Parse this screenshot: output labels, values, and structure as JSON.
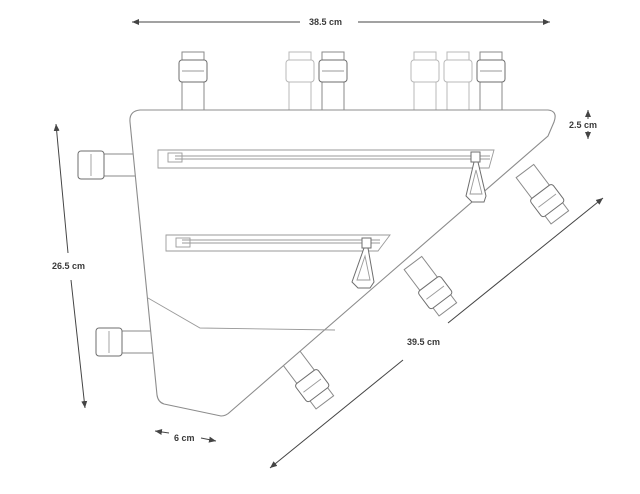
{
  "dimensions": {
    "top_width": "38.5 cm",
    "height": "26.5 cm",
    "diagonal": "39.5 cm",
    "depth": "2.5 cm",
    "bottom_width": "6 cm"
  },
  "colors": {
    "outline": "#8c8c8c",
    "dimension_line": "#444444",
    "label_text": "#3a3a3a",
    "background": "#ffffff"
  }
}
